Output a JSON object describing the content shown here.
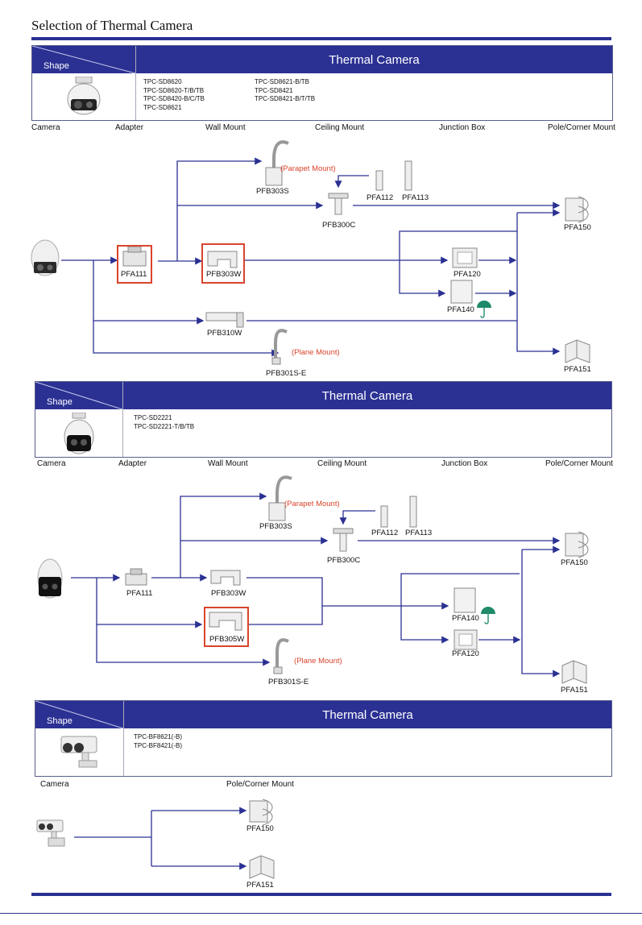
{
  "page_title": "Selection of  Thermal Camera",
  "sections": [
    {
      "shape_label": "Shape",
      "header": "Thermal Camera",
      "models_col1": [
        "TPC-SD8620",
        "TPC-SD8620-T/B/TB",
        "TPC-SD8420-B/C/TB",
        "TPC-SD8621"
      ],
      "models_col2": [
        "TPC-SD8621-B/TB",
        "TPC-SD8421",
        "TPC-SD8421-B/T/TB"
      ],
      "columns": [
        "Camera",
        "Adapter",
        "Wall Mount",
        "Ceiling Mount",
        "Junction Box",
        "Pole/Corner Mount"
      ],
      "parts": {
        "pfa111": "PFA111",
        "pfb303w": "PFB303W",
        "pfb310w": "PFB310W",
        "pfb303s": "PFB303S",
        "pfb301se": "PFB301S-E",
        "pfb300c": "PFB300C",
        "pfa112": "PFA112",
        "pfa113": "PFA113",
        "pfa120": "PFA120",
        "pfa140": "PFA140",
        "pfa150": "PFA150",
        "pfa151": "PFA151"
      },
      "parapet_note": "(Parapet Mount)",
      "plane_note": "(Plane Mount)"
    },
    {
      "shape_label": "Shape",
      "header": "Thermal Camera",
      "models_col1": [
        "TPC-SD2221",
        "TPC-SD2221-T/B/TB"
      ],
      "columns": [
        "Camera",
        "Adapter",
        "Wall Mount",
        "Ceiling Mount",
        "Junction Box",
        "Pole/Corner Mount"
      ],
      "parts": {
        "pfa111": "PFA111",
        "pfb303w": "PFB303W",
        "pfb305w": "PFB305W",
        "pfb303s": "PFB303S",
        "pfb301se": "PFB301S-E",
        "pfb300c": "PFB300C",
        "pfa112": "PFA112",
        "pfa113": "PFA113",
        "pfa140": "PFA140",
        "pfa120": "PFA120",
        "pfa150": "PFA150",
        "pfa151": "PFA151"
      },
      "parapet_note": "(Parapet Mount)",
      "plane_note": "(Plane Mount)"
    },
    {
      "shape_label": "Shape",
      "header": "Thermal Camera",
      "models_col1": [
        "TPC-BF8621(-B)",
        "TPC-BF8421(-B)"
      ],
      "columns": [
        "Camera",
        "Pole/Corner Mount"
      ],
      "parts": {
        "pfa150": "PFA150",
        "pfa151": "PFA151"
      }
    }
  ],
  "colors": {
    "brand_blue": "#2b3193",
    "highlight_red": "#d9442c",
    "umbrella_green": "#1f8a6a"
  }
}
